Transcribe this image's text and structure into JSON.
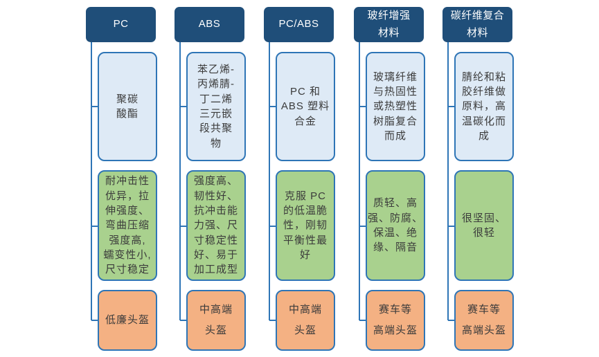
{
  "diagram": {
    "title_semantic": "helmet-material-comparison",
    "colors": {
      "header_bg": "#1F4E79",
      "header_text": "#FFFFFF",
      "description_bg": "#DEEAF6",
      "properties_bg": "#A9D18E",
      "application_bg": "#F4B183",
      "connector_border": "#2E75B6",
      "body_text": "#3B3B3B"
    },
    "columns": [
      {
        "header": "PC",
        "description": "聚碳\n酸酯",
        "properties": "耐冲击性\n优异，拉\n伸强度、\n弯曲压缩\n强度高,\n蠕变性小,\n尺寸稳定",
        "application": "低廉头盔"
      },
      {
        "header": "ABS",
        "description": "苯乙烯-\n丙烯腈-\n丁二烯\n三元嵌\n段共聚\n物",
        "properties": "强度高、\n韧性好、\n抗冲击能\n力强、尺\n寸稳定性\n好、易于\n加工成型",
        "application": "中高端\n头盔"
      },
      {
        "header": "PC/ABS",
        "description": "PC 和\nABS 塑料\n合金",
        "properties": "克服 PC\n的低温脆\n性，刚韧\n平衡性最\n好",
        "application": "中高端\n头盔"
      },
      {
        "header": "玻纤增强\n材料",
        "description": "玻璃纤维\n与热固性\n或热塑性\n树脂复合\n而成",
        "properties": "质轻、高\n强、防腐、\n保温、绝\n缘、隔音",
        "application": "赛车等\n高端头盔"
      },
      {
        "header": "碳纤维复合\n材料",
        "description": "腈纶和粘\n胶纤维做\n原料，高\n温碳化而\n成",
        "properties": "很坚固、\n很轻",
        "application": "赛车等\n高端头盔"
      }
    ]
  }
}
